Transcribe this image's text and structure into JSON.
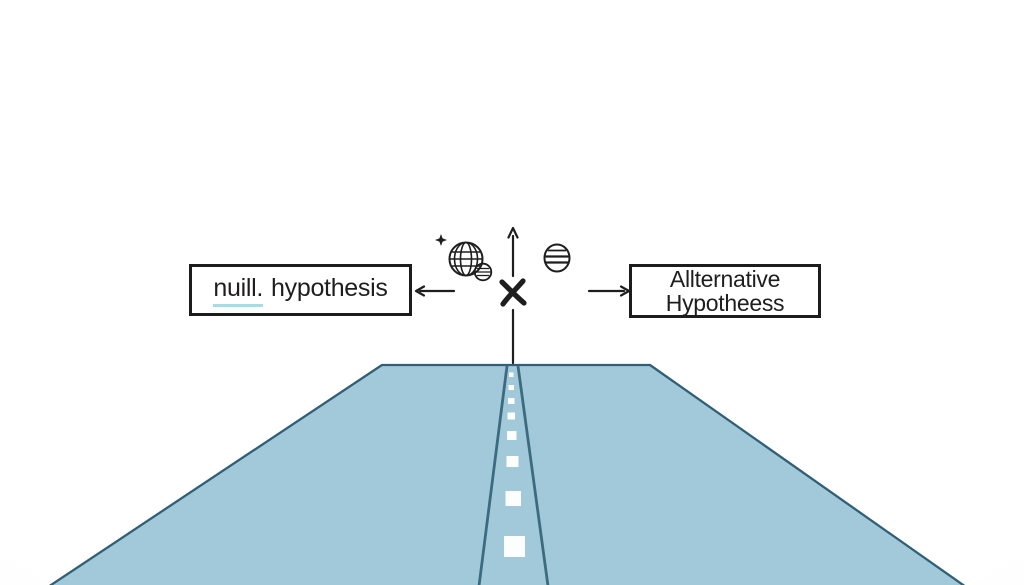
{
  "colors": {
    "ink": "#1e1e1e",
    "box_border": "#1c1c1c",
    "underline": "#a9dbe4",
    "road_fill": "#a2c9d9",
    "road_edge": "#315f75",
    "lane_line": "#3c6b80",
    "dash_white": "#fcfdfd",
    "background": "#fdfdfd"
  },
  "labels": {
    "null_box": {
      "word1": "nuill.",
      "word2": "hypothesis"
    },
    "alt_box": {
      "line1": "Allternative",
      "line2": "Hypotheess"
    }
  },
  "icons": {
    "globe": "globe-icon",
    "sparkle": "sparkle-icon",
    "striped_ball": "striped-ball-icon",
    "banded_circle": "banded-circle-icon",
    "x_mark": "x-mark-icon",
    "up_arrow": "up-arrow-icon",
    "left_arrow": "left-arrow-icon",
    "right_arrow": "right-arrow-icon"
  }
}
